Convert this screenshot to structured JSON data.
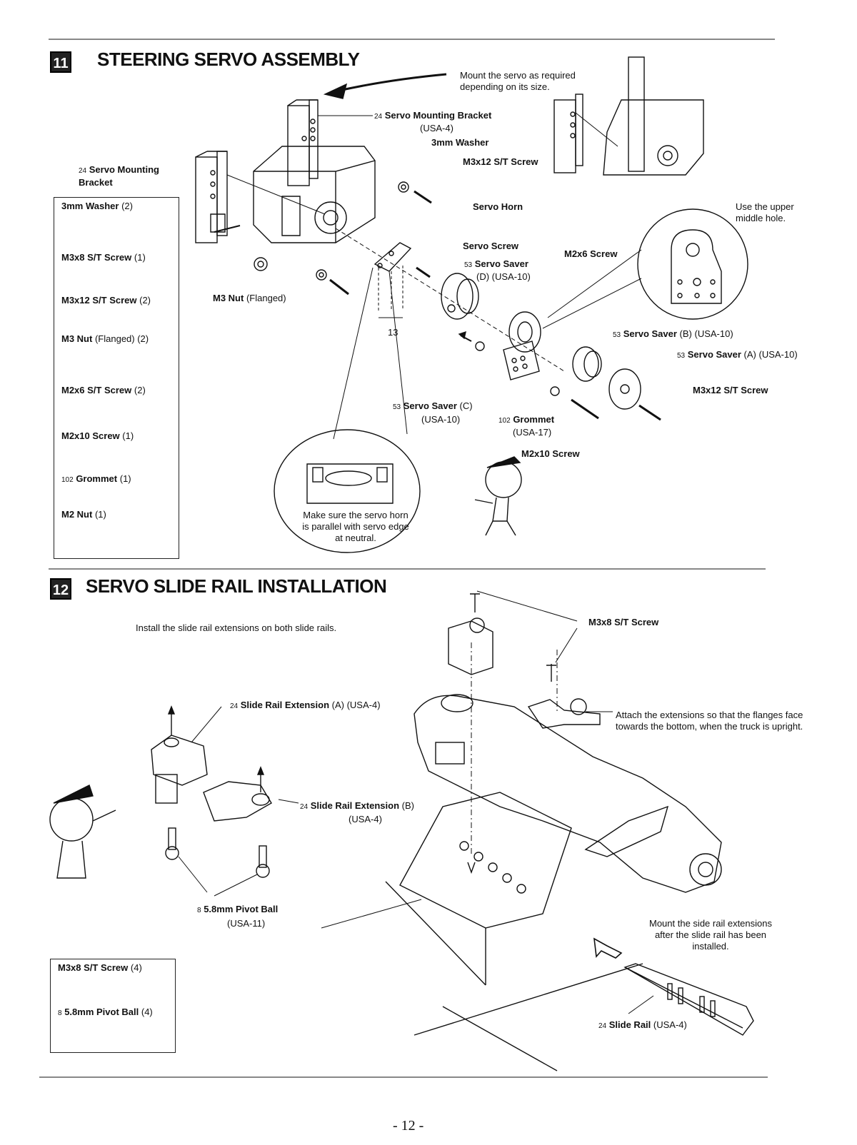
{
  "page_number": "- 12 -",
  "step11": {
    "number": "11",
    "title": "STEERING SERVO ASSEMBLY",
    "note_mount": "Mount the servo as required depending on its size.",
    "labels": {
      "servo_mounting_bracket_top": {
        "bold": "Servo Mounting Bracket",
        "code": "(USA-4)",
        "num": "24"
      },
      "washer": "3mm Washer",
      "m3x12_1": "M3x12 S/T Screw",
      "servo_mounting_bracket_left": {
        "bold": "Servo Mounting Bracket",
        "num": "24"
      },
      "servo_horn": "Servo Horn",
      "servo_screw": "Servo Screw",
      "servo_saver_d": {
        "bold": "Servo Saver",
        "code": "(D) (USA-10)",
        "num": "53"
      },
      "m2x6": "M2x6 Screw",
      "use_upper": "Use the upper middle hole.",
      "m3_nut": {
        "bold": "M3 Nut",
        "plain": "(Flanged)"
      },
      "dim_13": "13",
      "servo_saver_b": {
        "bold": "Servo Saver",
        "code": "(B) (USA-10)",
        "num": "53"
      },
      "servo_saver_a": {
        "bold": "Servo Saver",
        "code": "(A) (USA-10)",
        "num": "53"
      },
      "m3x12_2": "M3x12 S/T Screw",
      "servo_saver_c": {
        "bold": "Servo Saver",
        "code": "(C)",
        "code2": "(USA-10)",
        "num": "53"
      },
      "grommet": {
        "bold": "Grommet",
        "code": "(USA-17)",
        "num": "102"
      },
      "m2x10": "M2x10 Screw",
      "parallel_note": "Make sure the servo horn is parallel with servo edge at neutral."
    },
    "parts": [
      {
        "name": "3mm Washer",
        "qty": "(2)"
      },
      {
        "name": "M3x8 S/T Screw",
        "qty": "(1)"
      },
      {
        "name": "M3x12 S/T Screw",
        "qty": "(2)"
      },
      {
        "name": "M3 Nut",
        "qty": "(Flanged) (2)"
      },
      {
        "name": "M2x6 S/T Screw",
        "qty": "(2)"
      },
      {
        "name": "M2x10 Screw",
        "qty": "(1)"
      },
      {
        "name": "Grommet",
        "qty": "(1)",
        "num": "102"
      },
      {
        "name": "M2 Nut",
        "qty": "(1)"
      }
    ]
  },
  "step12": {
    "number": "12",
    "title": "SERVO SLIDE RAIL INSTALLATION",
    "install_note": "Install the slide rail extensions on both slide rails.",
    "labels": {
      "ext_a": {
        "bold": "Slide Rail Extension",
        "code": "(A) (USA-4)",
        "num": "24"
      },
      "ext_b": {
        "bold": "Slide Rail Extension",
        "code": "(B)",
        "code2": "(USA-4)",
        "num": "24"
      },
      "pivot_ball": {
        "bold": "5.8mm Pivot Ball",
        "code": "(USA-11)",
        "num": "8"
      },
      "m3x8": "M3x8 S/T Screw",
      "attach_note": "Attach the extensions so that the flanges face towards the bottom, when the truck is upright.",
      "mount_note": "Mount the side rail extensions after the slide rail has been installed.",
      "slide_rail": {
        "bold": "Slide Rail",
        "code": "(USA-4)",
        "num": "24"
      }
    },
    "parts": [
      {
        "name": "M3x8 S/T Screw",
        "qty": "(4)"
      },
      {
        "name": "5.8mm Pivot Ball",
        "qty": "(4)",
        "num": "8"
      }
    ]
  }
}
